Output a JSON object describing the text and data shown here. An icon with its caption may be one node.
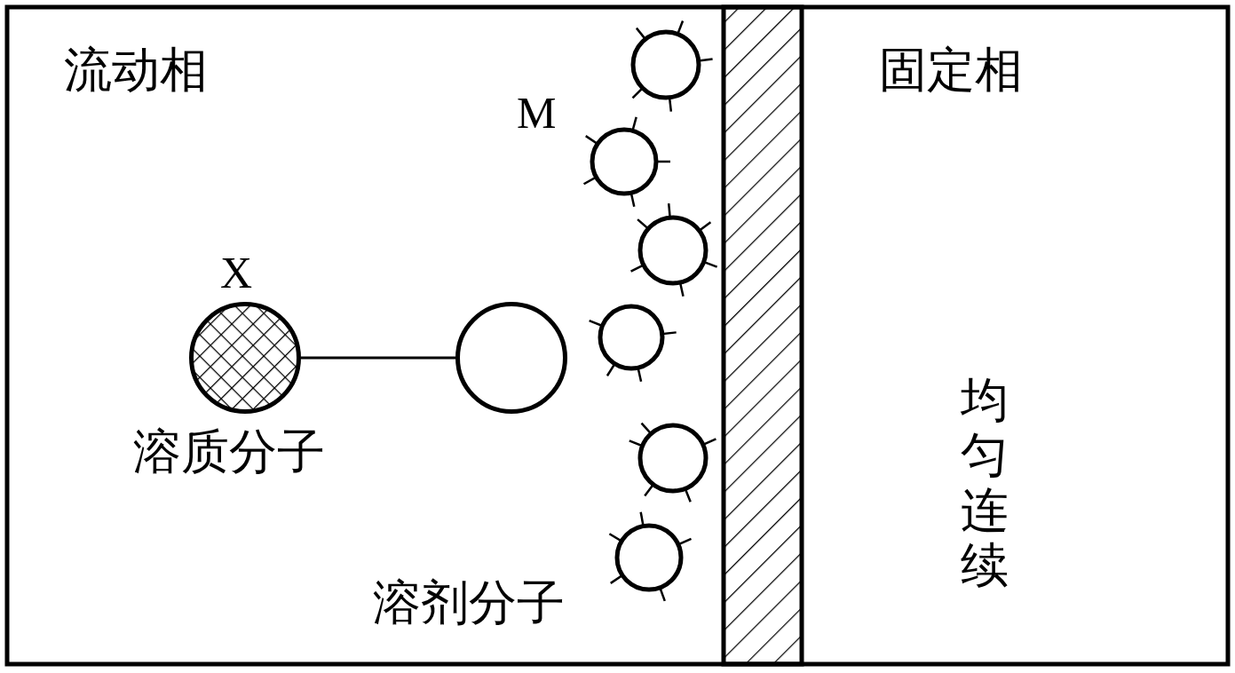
{
  "diagram": {
    "nodes": [
      {
        "text": [],
        "shape": "circle",
        "beside": [
          "X",
          "溶质分子"
        ]
      },
      {
        "text": [],
        "shape": "circle"
      }
    ],
    "edges": [
      {
        "from": 0,
        "to": 1,
        "arrow": "none"
      }
    ],
    "labels": [
      "流动相",
      "M",
      "固定相",
      "均匀连续",
      "溶剂分子"
    ]
  }
}
